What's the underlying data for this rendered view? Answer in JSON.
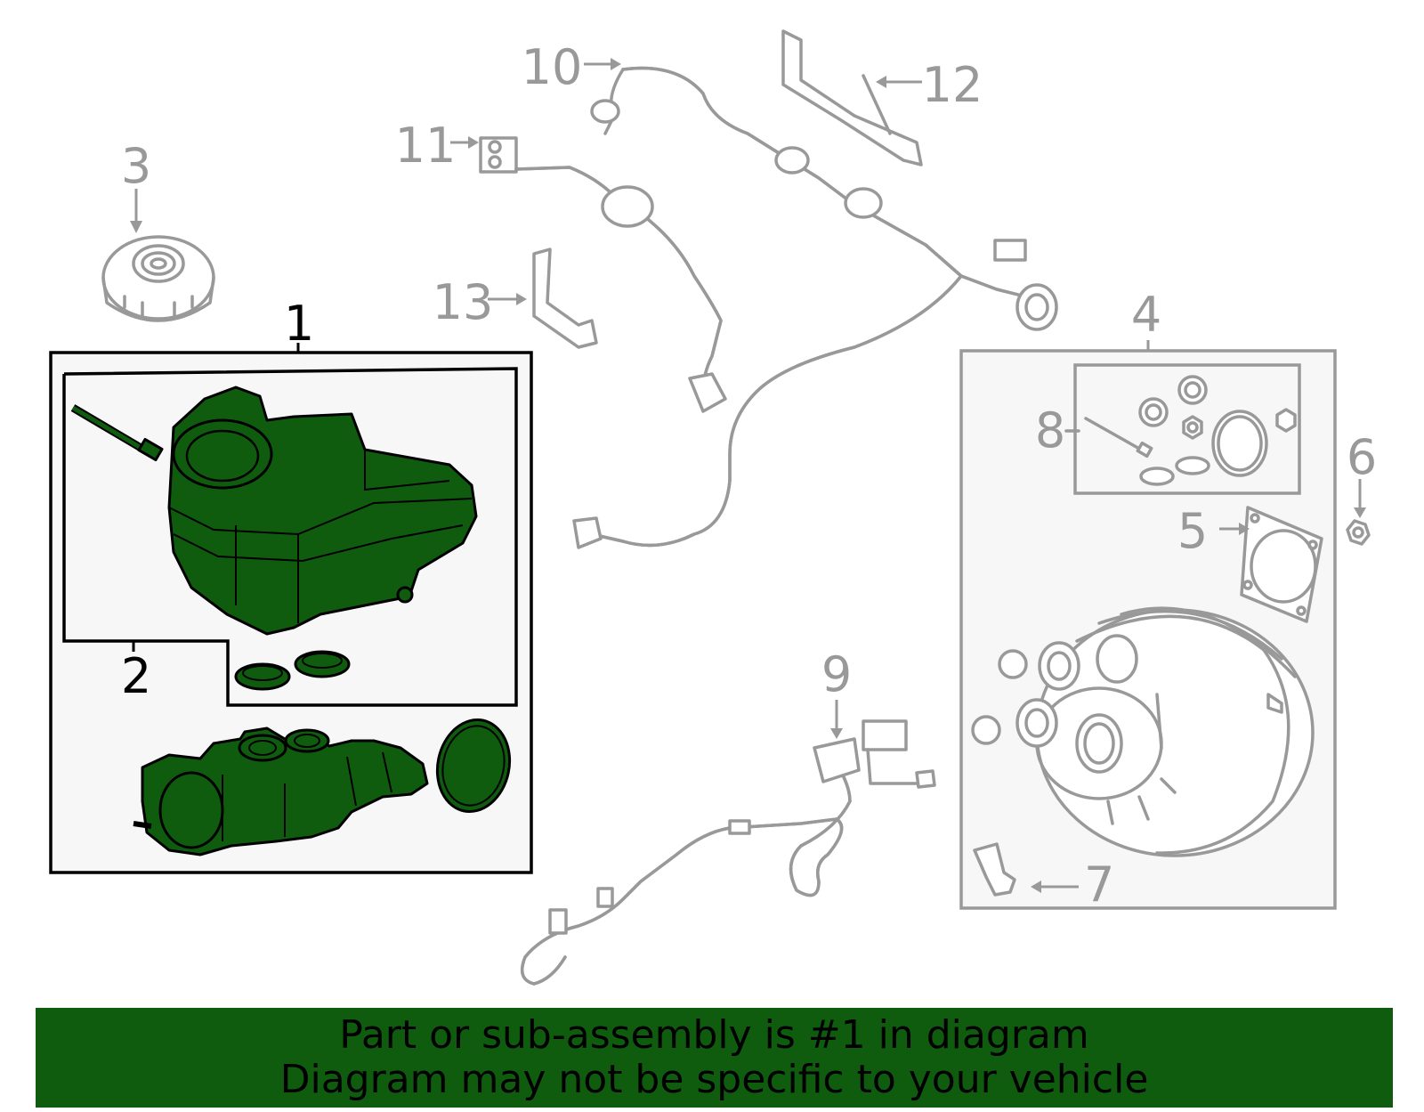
{
  "callouts": {
    "c1": "1",
    "c2": "2",
    "c3": "3",
    "c4": "4",
    "c5": "5",
    "c6": "6",
    "c7": "7",
    "c8": "8",
    "c9": "9",
    "c10": "10",
    "c11": "11",
    "c12": "12",
    "c13": "13"
  },
  "banner": {
    "line1": "Part or sub-assembly is #1 in diagram",
    "line2": "Diagram may not be specific to your vehicle"
  },
  "colors": {
    "highlight": "#0f5c0f",
    "lines": "#999999",
    "panel": "#f7f7f7"
  }
}
